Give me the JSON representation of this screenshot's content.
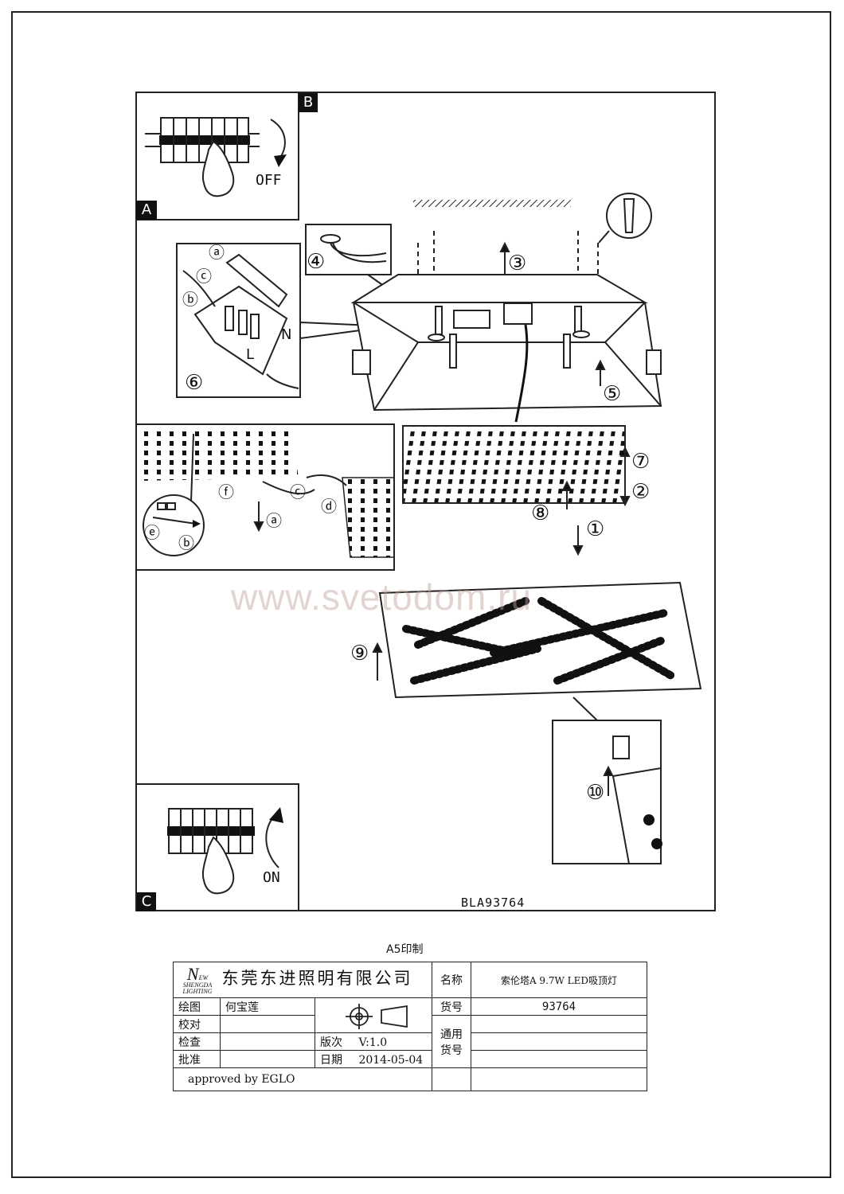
{
  "panels": {
    "A": "A",
    "B": "B",
    "C": "C"
  },
  "switch": {
    "off_label": "OFF",
    "on_label": "ON"
  },
  "steps": {
    "s1": "①",
    "s2": "②",
    "s3": "③",
    "s4": "④",
    "s5": "⑤",
    "s6": "⑥",
    "s7": "⑦",
    "s8": "⑧",
    "s9": "⑨",
    "s10": "⑩",
    "a": "ⓐ",
    "b": "ⓑ",
    "c": "ⓒ",
    "d": "ⓓ",
    "e": "ⓔ",
    "f": "ⓕ"
  },
  "terminal_labels": {
    "N": "N",
    "L": "L"
  },
  "watermark": "www.svetodom.ru",
  "model_code": "BLA93764",
  "print_note": "A5印制",
  "title_block": {
    "logo_mark": "N",
    "logo_sub1": "EW",
    "logo_sub2": "SHENGDA",
    "logo_sub3": "LIGHTING",
    "company": "东莞东进照明有限公司",
    "name_label": "名称",
    "name_value": "索伦塔A 9.7W LED吸顶灯",
    "drawn_label": "绘图",
    "drawn_value": "何宝莲",
    "check_label": "校对",
    "inspect_label": "检查",
    "approve_label": "批准",
    "item_label": "货号",
    "item_value": "93764",
    "general_label_1": "通用",
    "general_label_2": "货号",
    "version_label": "版次",
    "version_value": "V:1.0",
    "date_label": "日期",
    "date_value": "2014-05-04",
    "approved_by": "approved by EGLO"
  }
}
